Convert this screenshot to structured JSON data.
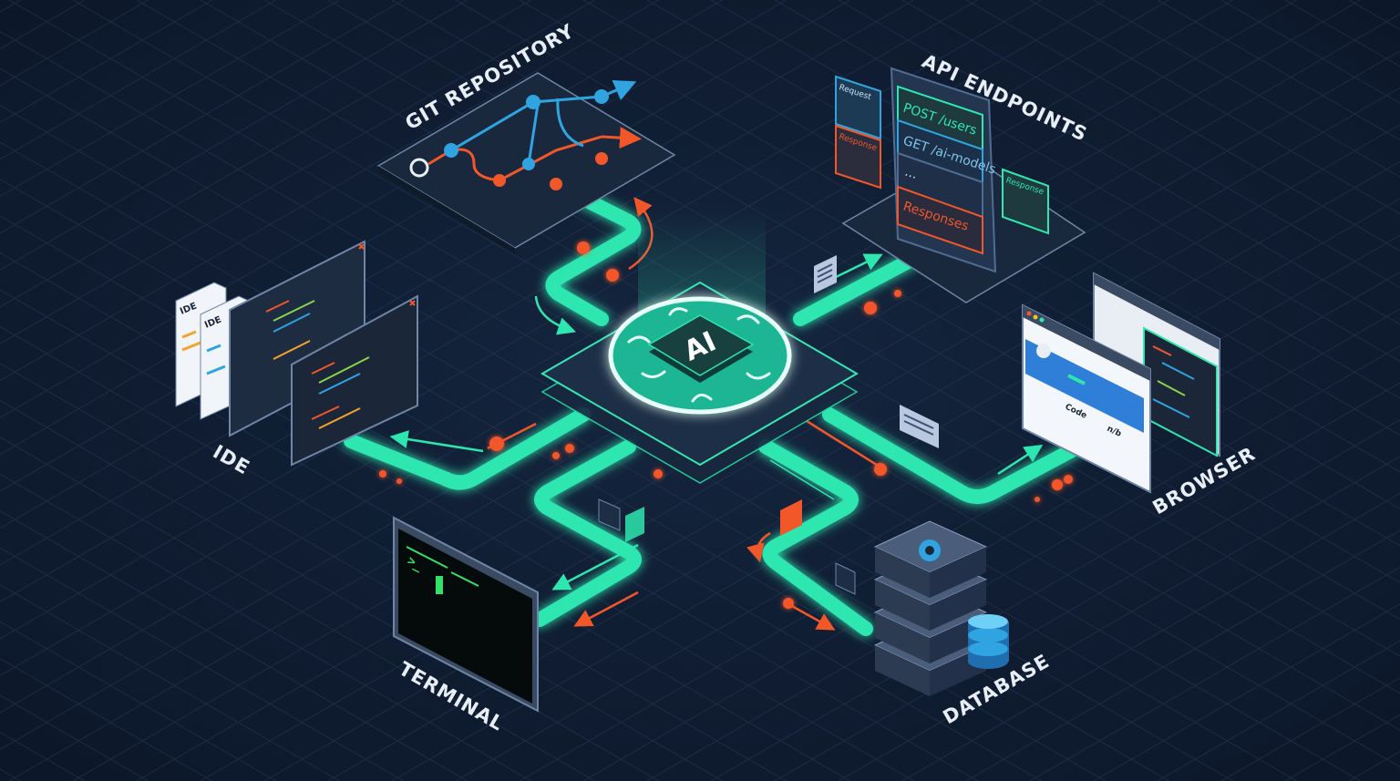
{
  "hub": {
    "label": "AI"
  },
  "nodes": {
    "git": {
      "label": "GIT REPOSITORY"
    },
    "api": {
      "label": "API ENDPOINTS",
      "endpoints": [
        "POST /users",
        "GET /ai-models",
        "...",
        "Responses"
      ],
      "side_cards": [
        "Request",
        "Response",
        "Response"
      ]
    },
    "browser": {
      "label": "BROWSER",
      "texts": [
        "Code",
        "n/b"
      ]
    },
    "ide": {
      "label": "IDE",
      "doc_titles": [
        "IDE",
        "IDE"
      ]
    },
    "terminal": {
      "label": "TERMINAL",
      "prompt": ">_"
    },
    "database": {
      "label": "DATABASE"
    }
  },
  "colors": {
    "background": "#0e1a2f",
    "pipe": "#2ee6b0",
    "accent_orange": "#f2572a",
    "accent_blue": "#2fa4e0",
    "panel": "#1c2a40"
  }
}
